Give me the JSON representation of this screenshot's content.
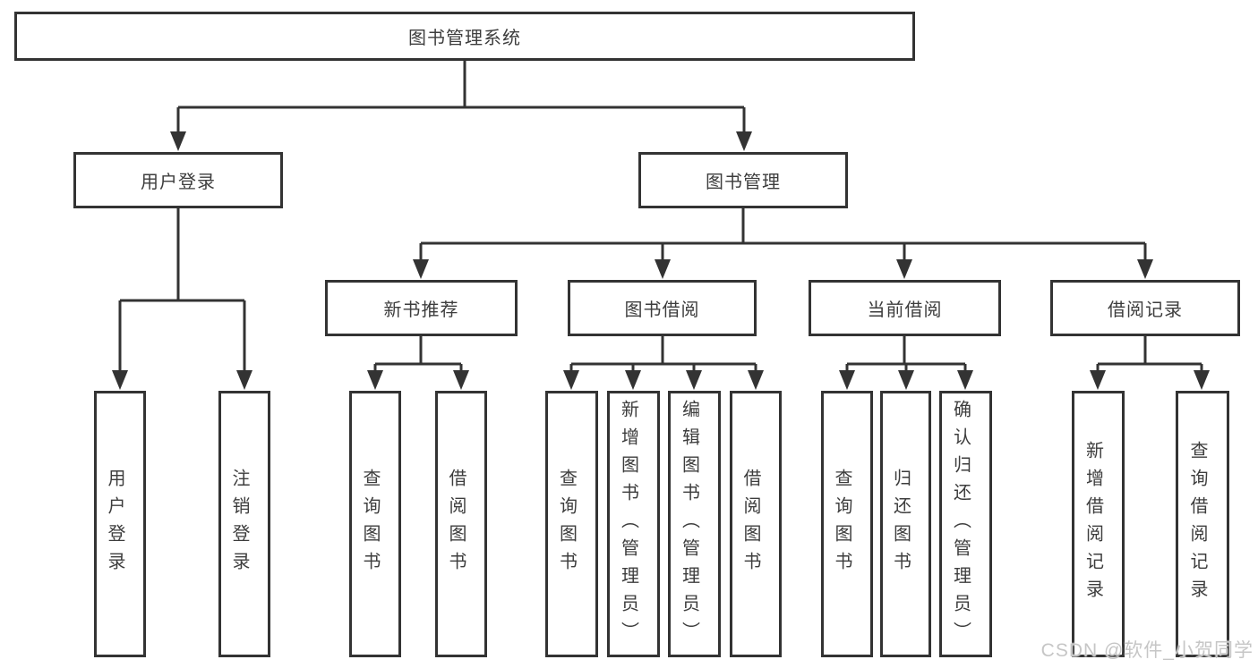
{
  "colors": {
    "background": "#ffffff",
    "line": "#333333",
    "box_border": "#333333",
    "text": "#3d3d3d",
    "watermark": "#c6c6c6"
  },
  "diagram": {
    "root": {
      "label": "图书管理系统"
    },
    "level2": [
      {
        "label": "用户登录"
      },
      {
        "label": "图书管理"
      }
    ],
    "level3": [
      {
        "label": "新书推荐",
        "parent": "图书管理"
      },
      {
        "label": "图书借阅",
        "parent": "图书管理"
      },
      {
        "label": "当前借阅",
        "parent": "图书管理"
      },
      {
        "label": "借阅记录",
        "parent": "图书管理"
      }
    ],
    "leaves": [
      {
        "label": "用户登录",
        "parent": "用户登录"
      },
      {
        "label": "注销登录",
        "parent": "用户登录"
      },
      {
        "label": "查询图书",
        "parent": "新书推荐"
      },
      {
        "label": "借阅图书",
        "parent": "新书推荐"
      },
      {
        "label": "查询图书",
        "parent": "图书借阅"
      },
      {
        "label": "新增图书（管理员）",
        "parent": "图书借阅"
      },
      {
        "label": "编辑图书（管理员）",
        "parent": "图书借阅"
      },
      {
        "label": "借阅图书",
        "parent": "图书借阅"
      },
      {
        "label": "查询图书",
        "parent": "当前借阅"
      },
      {
        "label": "归还图书",
        "parent": "当前借阅"
      },
      {
        "label": "确认归还（管理员）",
        "parent": "当前借阅"
      },
      {
        "label": "新增借阅记录",
        "parent": "借阅记录"
      },
      {
        "label": "查询借阅记录",
        "parent": "借阅记录"
      }
    ]
  },
  "watermark": {
    "text": "CSDN @软件_小贺同学"
  }
}
